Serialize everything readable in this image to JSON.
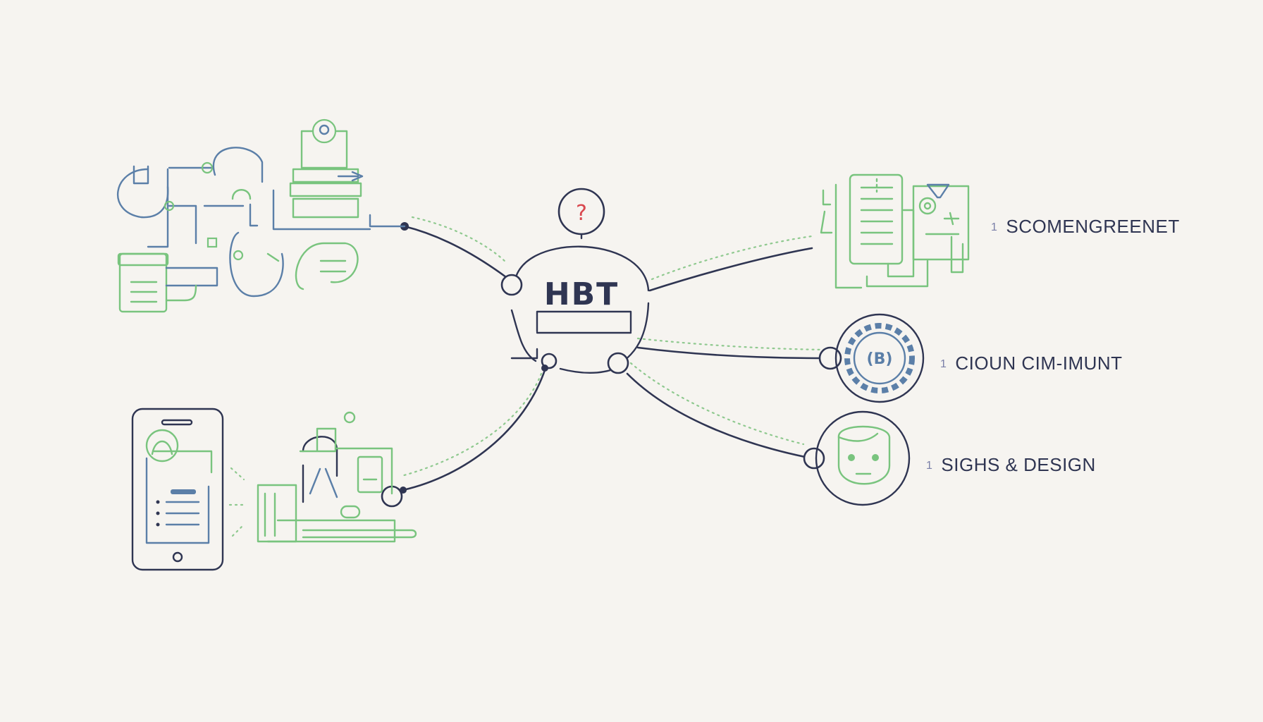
{
  "hub": {
    "label": "HBT",
    "question_mark": "?"
  },
  "center_badge_text": "(B)",
  "branches": [
    {
      "number": "1",
      "label": "SCOMENGREENET",
      "icon": "document-stack-icon"
    },
    {
      "number": "1",
      "label": "CIOUN CIM-IMUNT",
      "icon": "gear-badge-icon"
    },
    {
      "number": "1",
      "label": "SIGHS & DESIGN",
      "icon": "face-icon"
    }
  ],
  "colors": {
    "background": "#f6f4f0",
    "navy": "#2f3552",
    "green": "#79c47e",
    "blue": "#5b7fa8",
    "accent_red": "#d9484f"
  }
}
